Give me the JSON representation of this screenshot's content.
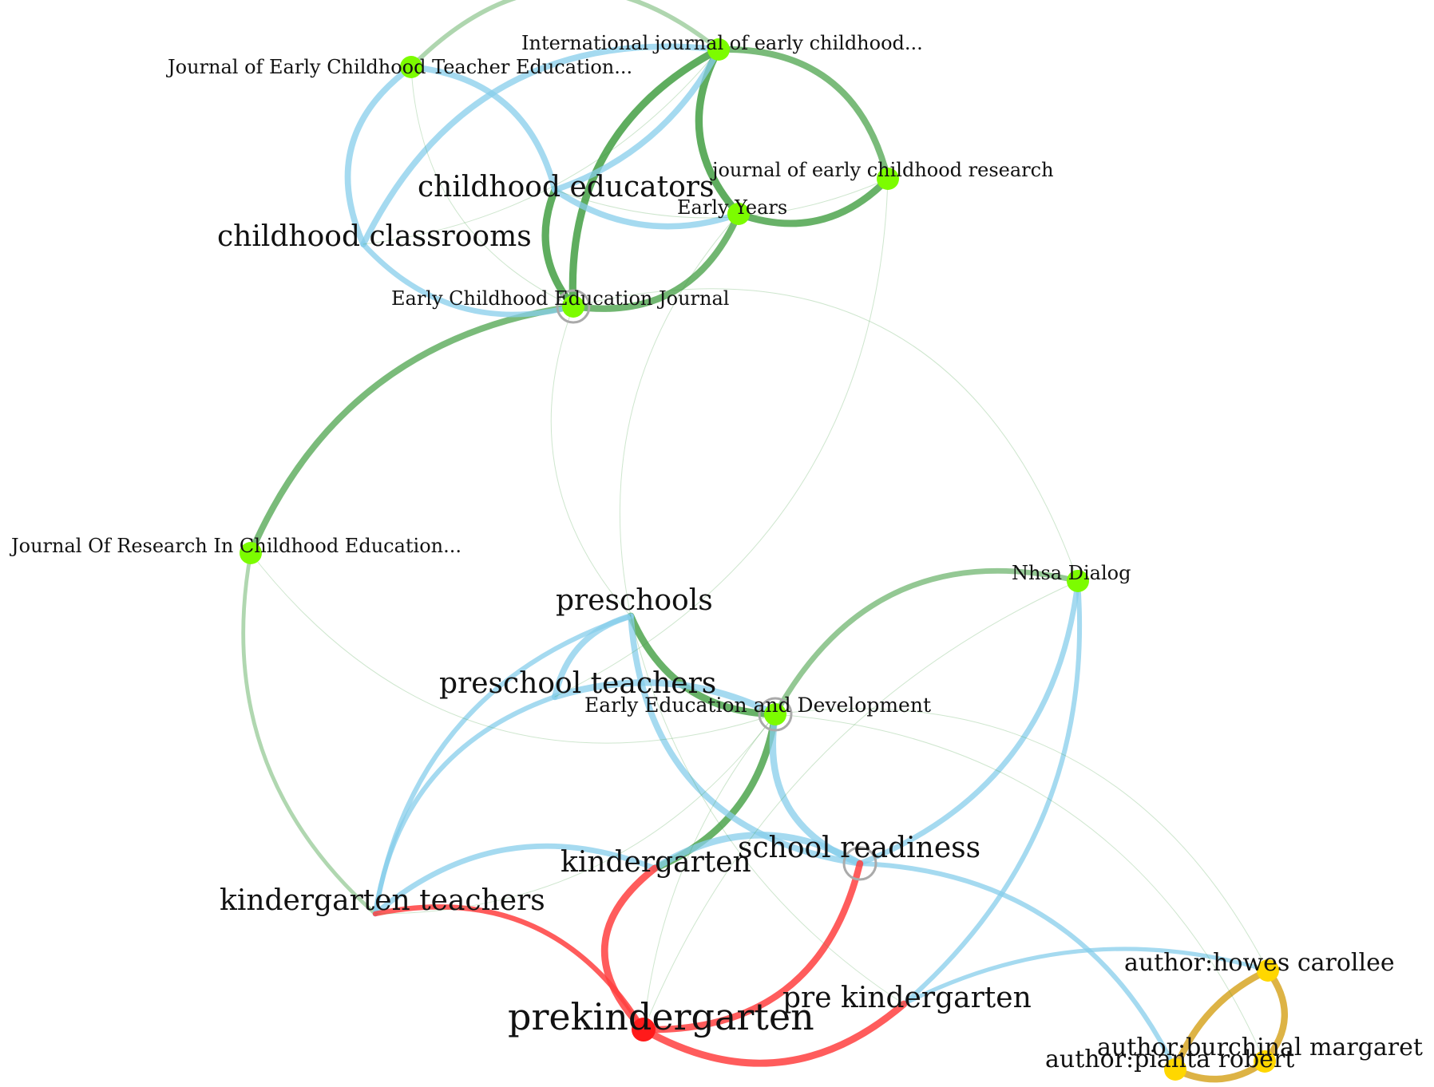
{
  "colors": {
    "journal_node": "#7cfc00",
    "journal_edge": "#3a9a3a",
    "concept_edge": "#87ceeb",
    "prek_edge": "#ff4040",
    "prek_node": "#ff1a1a",
    "author_node": "#ffd700",
    "author_edge": "#d4a017",
    "selection_ring": "#aaaaaa"
  },
  "nodes": [
    {
      "id": "jecte",
      "label": "Journal of Early Childhood Teacher Education...",
      "kind": "journal"
    },
    {
      "id": "ijec",
      "label": "International journal of early childhood...",
      "kind": "journal"
    },
    {
      "id": "jecr",
      "label": "journal of early childhood research",
      "kind": "journal"
    },
    {
      "id": "ey",
      "label": "Early Years",
      "kind": "journal"
    },
    {
      "id": "ecej",
      "label": "Early Childhood Education Journal",
      "kind": "journal",
      "ring": true
    },
    {
      "id": "jrce",
      "label": "Journal Of Research In Childhood Education...",
      "kind": "journal"
    },
    {
      "id": "nhsa",
      "label": "Nhsa Dialog",
      "kind": "journal"
    },
    {
      "id": "eed",
      "label": "Early Education and Development",
      "kind": "journal",
      "ring": true
    },
    {
      "id": "ced",
      "label": "childhood educators",
      "kind": "concept"
    },
    {
      "id": "ccl",
      "label": "childhood classrooms",
      "kind": "concept"
    },
    {
      "id": "pre",
      "label": "preschools",
      "kind": "concept"
    },
    {
      "id": "pt",
      "label": "preschool teachers",
      "kind": "concept"
    },
    {
      "id": "kg",
      "label": "kindergarten",
      "kind": "concept"
    },
    {
      "id": "sr",
      "label": "school readiness",
      "kind": "concept",
      "ring": true
    },
    {
      "id": "kt",
      "label": "kindergarten teachers",
      "kind": "concept"
    },
    {
      "id": "prek",
      "label": "prekindergarten",
      "kind": "focus"
    },
    {
      "id": "prek2",
      "label": "pre kindergarten",
      "kind": "concept"
    },
    {
      "id": "howes",
      "label": "author:howes carollee",
      "kind": "author"
    },
    {
      "id": "burch",
      "label": "author:burchinal margaret",
      "kind": "author"
    },
    {
      "id": "pianta",
      "label": "author:pianta robert",
      "kind": "author"
    }
  ],
  "edges": [
    {
      "source": "jecte",
      "target": "ijec",
      "kind": "journal",
      "strength": 0.45
    },
    {
      "source": "ijec",
      "target": "ecej",
      "kind": "journal",
      "strength": 0.9
    },
    {
      "source": "ijec",
      "target": "ey",
      "kind": "journal",
      "strength": 0.9
    },
    {
      "source": "ijec",
      "target": "jecr",
      "kind": "journal",
      "strength": 0.75
    },
    {
      "source": "ey",
      "target": "ecej",
      "kind": "journal",
      "strength": 0.8
    },
    {
      "source": "jecr",
      "target": "ey",
      "kind": "journal",
      "strength": 0.85
    },
    {
      "source": "ced",
      "target": "ecej",
      "kind": "journal",
      "strength": 0.9
    },
    {
      "source": "ecej",
      "target": "jrce",
      "kind": "journal",
      "strength": 0.75
    },
    {
      "source": "jrce",
      "target": "kt",
      "kind": "journal",
      "strength": 0.35
    },
    {
      "source": "pre",
      "target": "eed",
      "kind": "journal",
      "strength": 0.85
    },
    {
      "source": "eed",
      "target": "nhsa",
      "kind": "journal",
      "strength": 0.6
    },
    {
      "source": "eed",
      "target": "kg",
      "kind": "journal",
      "strength": 0.85
    },
    {
      "source": "jecte",
      "target": "ccl",
      "kind": "concept",
      "strength": 0.7
    },
    {
      "source": "jecte",
      "target": "ced",
      "kind": "concept",
      "strength": 0.7
    },
    {
      "source": "ccl",
      "target": "ijec",
      "kind": "concept",
      "strength": 0.7
    },
    {
      "source": "ced",
      "target": "ey",
      "kind": "concept",
      "strength": 0.7
    },
    {
      "source": "ced",
      "target": "ijec",
      "kind": "concept",
      "strength": 0.7
    },
    {
      "source": "ccl",
      "target": "ecej",
      "kind": "concept",
      "strength": 0.6
    },
    {
      "source": "pre",
      "target": "pt",
      "kind": "concept",
      "strength": 0.7
    },
    {
      "source": "pt",
      "target": "eed",
      "kind": "concept",
      "strength": 0.8
    },
    {
      "source": "pre",
      "target": "kt",
      "kind": "concept",
      "strength": 0.5
    },
    {
      "source": "pt",
      "target": "kt",
      "kind": "concept",
      "strength": 0.5
    },
    {
      "source": "pre",
      "target": "sr",
      "kind": "concept",
      "strength": 0.7
    },
    {
      "source": "eed",
      "target": "sr",
      "kind": "concept",
      "strength": 0.8
    },
    {
      "source": "kg",
      "target": "sr",
      "kind": "concept",
      "strength": 0.8
    },
    {
      "source": "kt",
      "target": "kg",
      "kind": "concept",
      "strength": 0.6
    },
    {
      "source": "nhsa",
      "target": "sr",
      "kind": "concept",
      "strength": 0.6
    },
    {
      "source": "nhsa",
      "target": "prek2",
      "kind": "concept",
      "strength": 0.5
    },
    {
      "source": "sr",
      "target": "pianta",
      "kind": "concept",
      "strength": 0.5
    },
    {
      "source": "prek2",
      "target": "howes",
      "kind": "concept",
      "strength": 0.4
    },
    {
      "source": "kt",
      "target": "prek",
      "kind": "prek",
      "strength": 0.55
    },
    {
      "source": "kg",
      "target": "prek",
      "kind": "prek",
      "strength": 0.85
    },
    {
      "source": "sr",
      "target": "prek",
      "kind": "prek",
      "strength": 0.8
    },
    {
      "source": "prek",
      "target": "prek2",
      "kind": "prek",
      "strength": 0.85
    },
    {
      "source": "howes",
      "target": "pianta",
      "kind": "author",
      "strength": 0.8
    },
    {
      "source": "howes",
      "target": "burch",
      "kind": "author",
      "strength": 0.8
    },
    {
      "source": "burch",
      "target": "pianta",
      "kind": "author",
      "strength": 0.8
    },
    {
      "source": "ecej",
      "target": "pre",
      "kind": "faint",
      "strength": 0.2
    },
    {
      "source": "ey",
      "target": "pre",
      "kind": "faint",
      "strength": 0.2
    },
    {
      "source": "jecr",
      "target": "pt",
      "kind": "faint",
      "strength": 0.2
    },
    {
      "source": "ecej",
      "target": "nhsa",
      "kind": "faint",
      "strength": 0.2
    },
    {
      "source": "jrce",
      "target": "eed",
      "kind": "faint",
      "strength": 0.2
    },
    {
      "source": "jecte",
      "target": "ecej",
      "kind": "faint",
      "strength": 0.2
    },
    {
      "source": "ijec",
      "target": "ccl",
      "kind": "faint",
      "strength": 0.2
    },
    {
      "source": "ced",
      "target": "jecr",
      "kind": "faint",
      "strength": 0.2
    },
    {
      "source": "eed",
      "target": "howes",
      "kind": "faint",
      "strength": 0.2
    },
    {
      "source": "eed",
      "target": "burch",
      "kind": "faint",
      "strength": 0.2
    },
    {
      "source": "eed",
      "target": "prek",
      "kind": "faint",
      "strength": 0.2
    },
    {
      "source": "pre",
      "target": "prek2",
      "kind": "faint",
      "strength": 0.2
    },
    {
      "source": "nhsa",
      "target": "prek",
      "kind": "faint",
      "strength": 0.2
    },
    {
      "source": "kt",
      "target": "eed",
      "kind": "faint",
      "strength": 0.2
    }
  ]
}
